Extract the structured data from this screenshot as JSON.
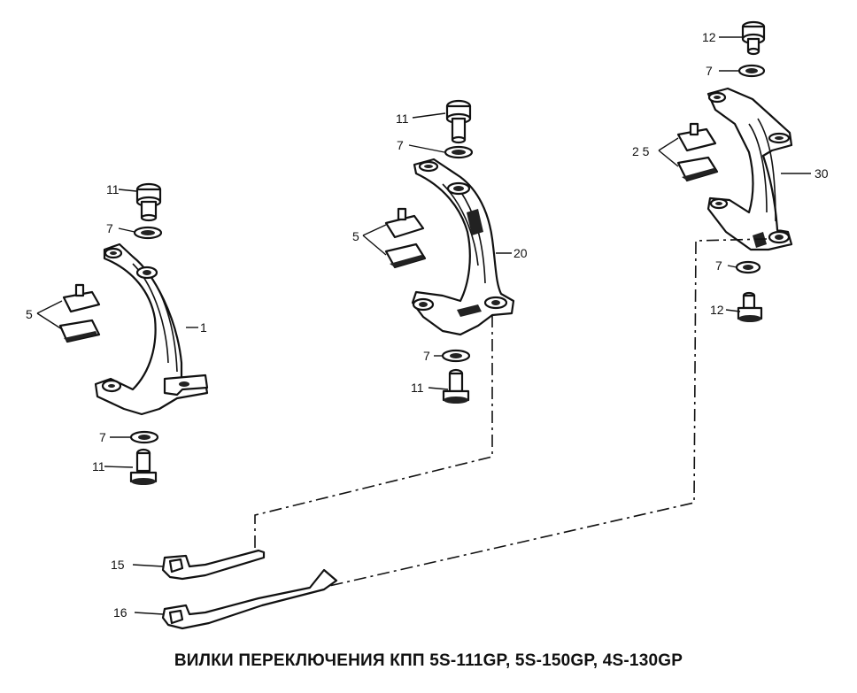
{
  "title": "ВИЛКИ ПЕРЕКЛЮЧЕНИЯ КПП 5S-111GP, 5S-150GP, 4S-130GP",
  "callouts": {
    "fork1": {
      "part": "1",
      "bolt_top": "11",
      "washer_top": "7",
      "pads": "5",
      "washer_bottom": "7",
      "bolt_bottom": "11"
    },
    "fork20": {
      "part": "20",
      "bolt_top": "11",
      "washer_top": "7",
      "pads": "5",
      "washer_bottom": "7",
      "bolt_bottom": "11"
    },
    "fork30": {
      "part": "30",
      "bolt_top": "12",
      "washer_top": "7",
      "pads": "2 5",
      "washer_bottom": "7",
      "bolt_bottom": "12"
    },
    "rod15": "15",
    "rod16": "16"
  }
}
